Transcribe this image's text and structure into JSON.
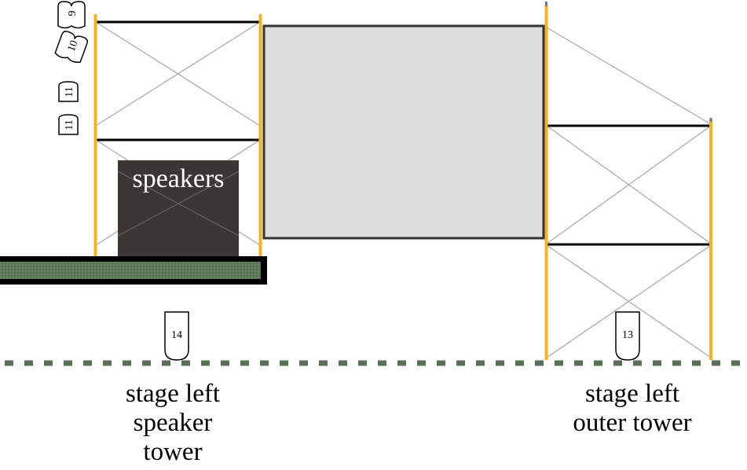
{
  "labels": {
    "speakers": "speakers",
    "left_caption": [
      "stage left",
      "speaker",
      "tower"
    ],
    "right_caption": [
      "stage left",
      "outer tower"
    ]
  },
  "markers": {
    "m9": "9",
    "m10": "10",
    "m11a": "11",
    "m11b": "11",
    "m13": "13",
    "m14": "14"
  },
  "colors": {
    "scaffold_post": "#f5b323",
    "scaffold_rail": "#000000",
    "bracing": "#a8a8a8",
    "speaker_box": "#3a3634",
    "screen_fill": "#dcdcdc",
    "screen_border": "#333333",
    "platform": "#5e7a5a",
    "ground_line": "#5a6e58"
  }
}
